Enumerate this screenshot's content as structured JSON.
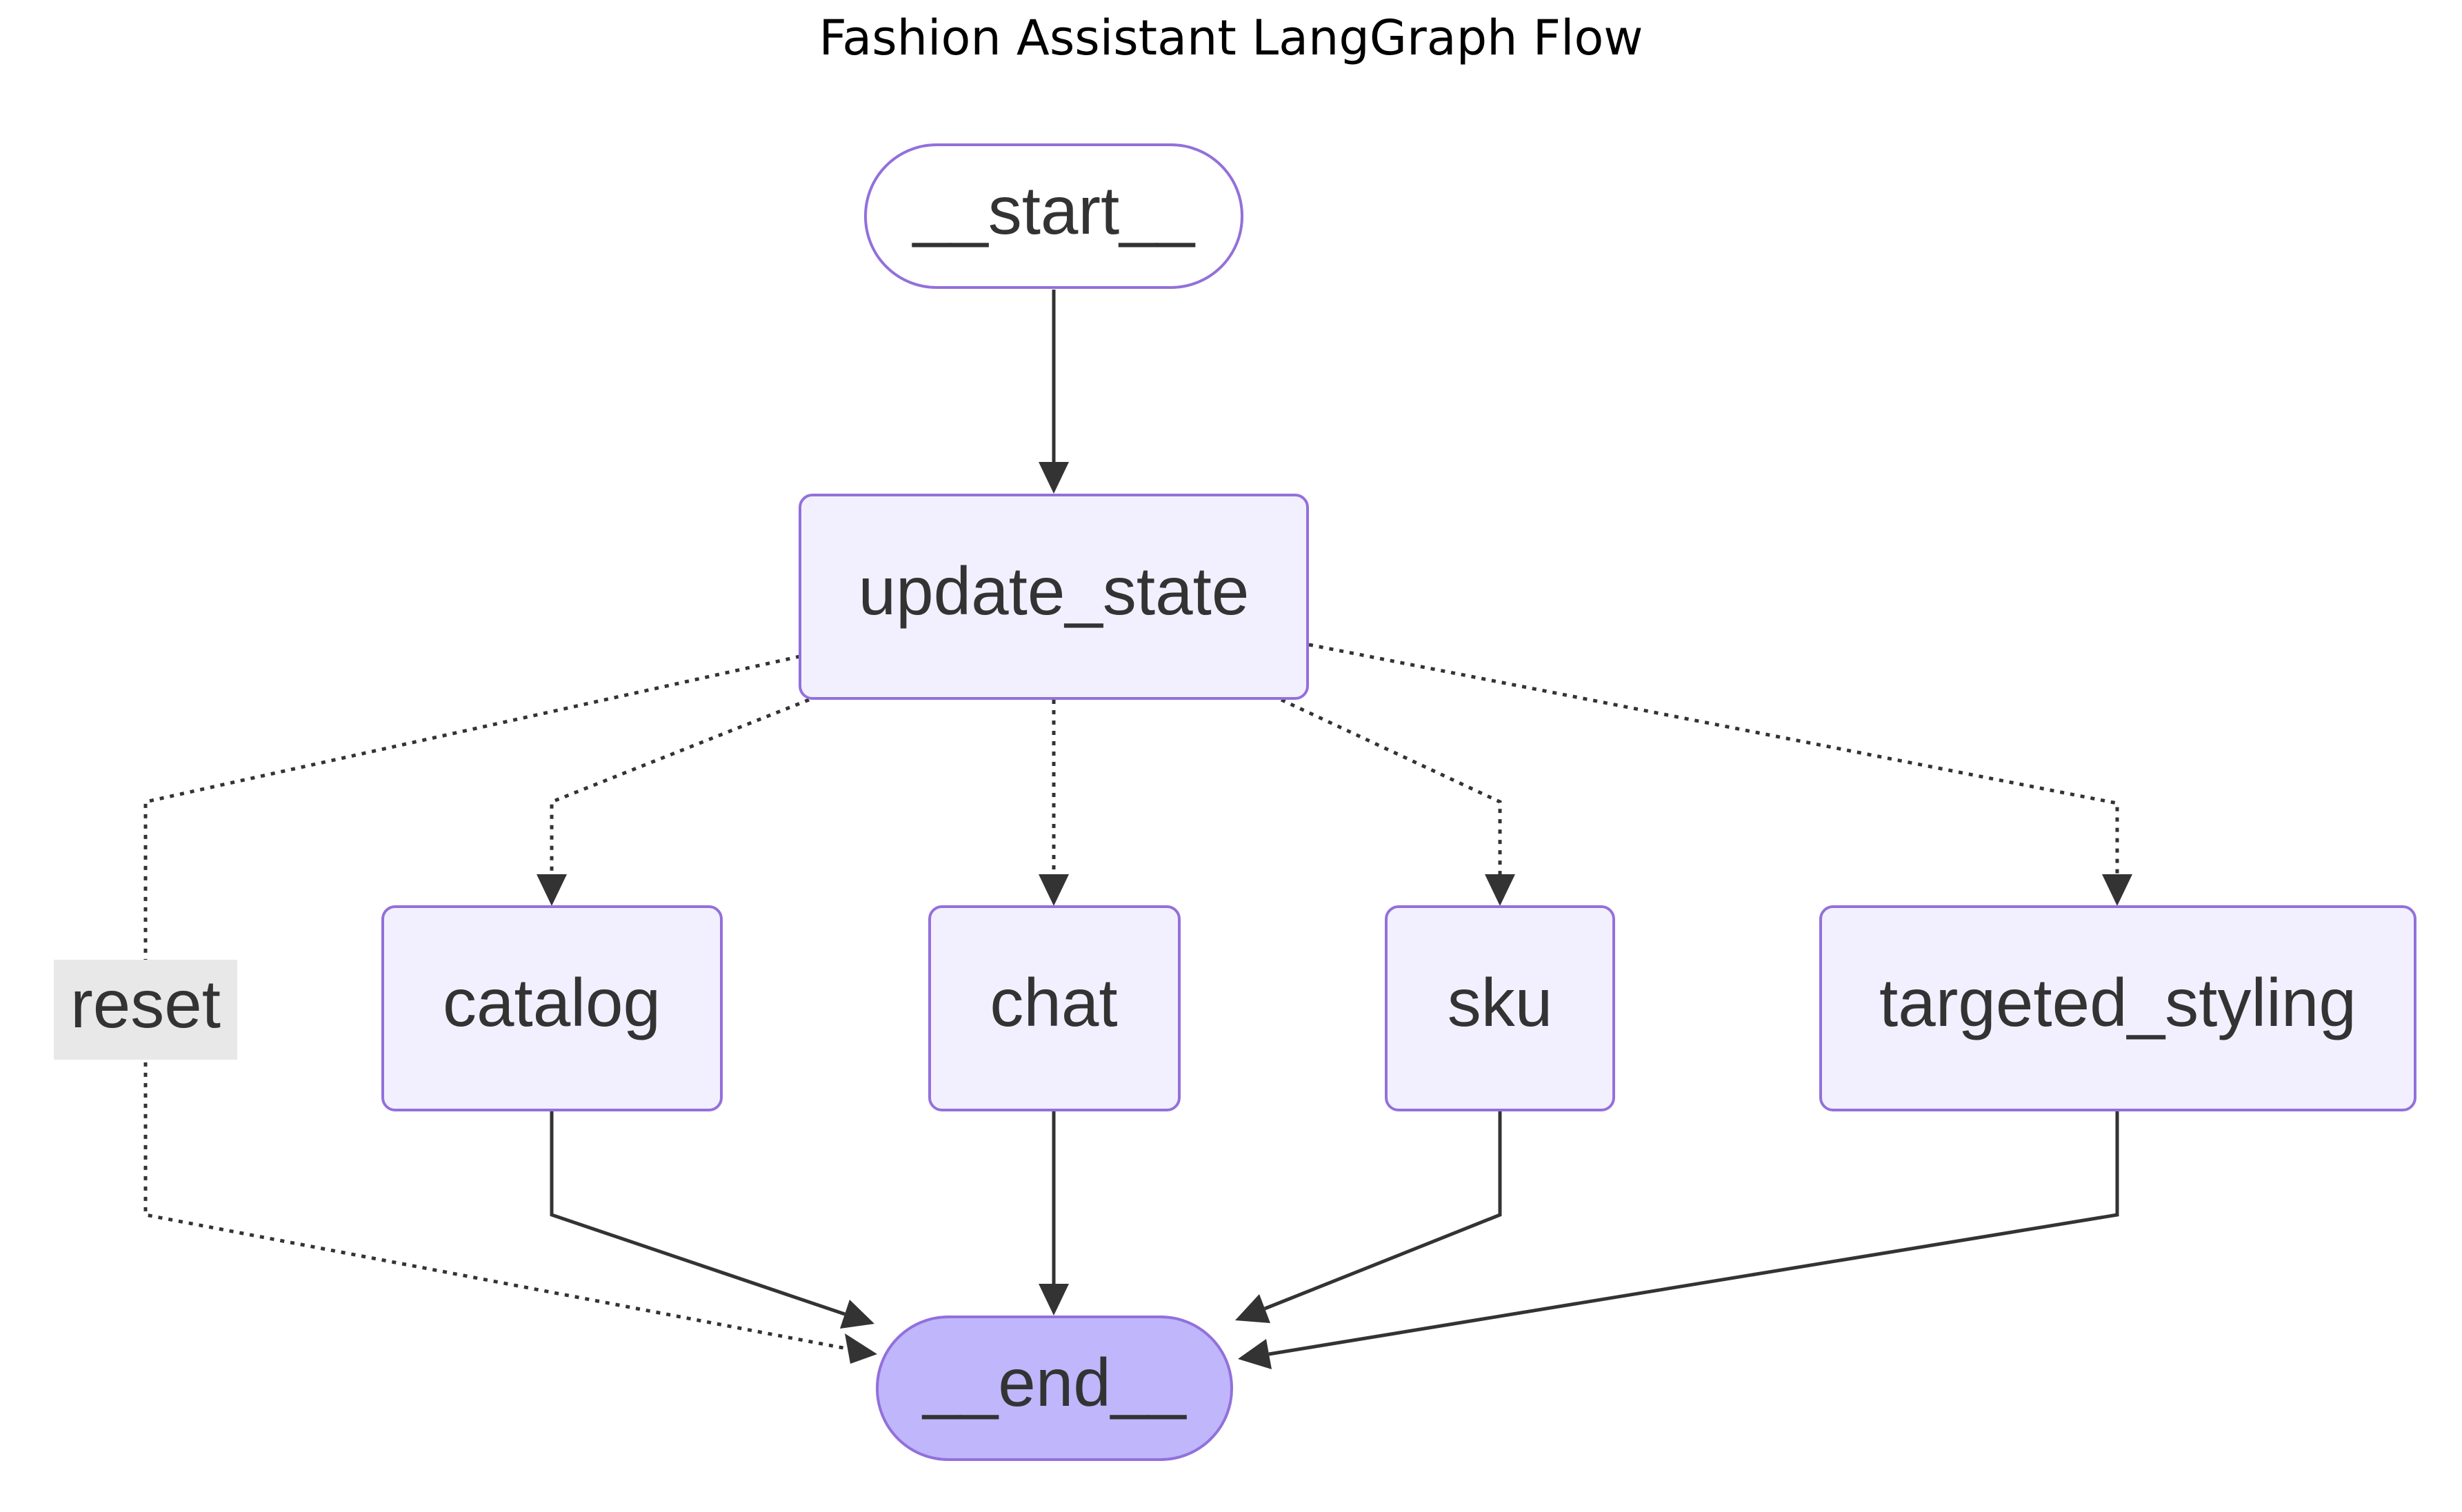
{
  "title": "Fashion Assistant LangGraph Flow",
  "colors": {
    "node_fill": "#f2f0ff",
    "node_stroke": "#9370db",
    "terminal_start_fill": "#ffffff",
    "terminal_end_fill": "#bfb6fc",
    "edge": "#333333",
    "edge_label_bg": "#e8e8e8",
    "text": "#333333"
  },
  "nodes": {
    "start": "__start__",
    "update_state": "update_state",
    "catalog": "catalog",
    "chat": "chat",
    "sku": "sku",
    "targeted_styling": "targeted_styling",
    "end": "__end__"
  },
  "edge_labels": {
    "reset": "reset"
  },
  "edges": [
    {
      "from": "__start__",
      "to": "update_state",
      "style": "solid"
    },
    {
      "from": "update_state",
      "to": "__end__",
      "style": "dotted",
      "label": "reset"
    },
    {
      "from": "update_state",
      "to": "catalog",
      "style": "dotted"
    },
    {
      "from": "update_state",
      "to": "chat",
      "style": "dotted"
    },
    {
      "from": "update_state",
      "to": "sku",
      "style": "dotted"
    },
    {
      "from": "update_state",
      "to": "targeted_styling",
      "style": "dotted"
    },
    {
      "from": "catalog",
      "to": "__end__",
      "style": "solid"
    },
    {
      "from": "chat",
      "to": "__end__",
      "style": "solid"
    },
    {
      "from": "sku",
      "to": "__end__",
      "style": "solid"
    },
    {
      "from": "targeted_styling",
      "to": "__end__",
      "style": "solid"
    }
  ]
}
